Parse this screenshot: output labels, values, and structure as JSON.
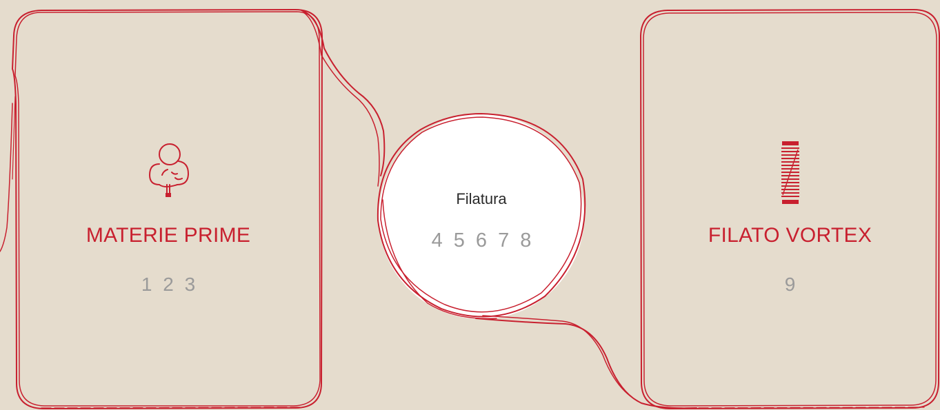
{
  "colors": {
    "background": "#e5dccd",
    "thread": "#c8202f",
    "hub_fill": "#ffffff",
    "step_numbers": "#9a9a9a"
  },
  "stages": {
    "raw_materials": {
      "title": "MATERIE PRIME",
      "steps": "1 2 3",
      "icon": "cotton-plant-icon"
    },
    "spinning": {
      "title": "Filatura",
      "steps": "4 5 6 7 8"
    },
    "yarn": {
      "title": "FILATO VORTEX",
      "steps": "9",
      "icon": "thread-spool-icon"
    }
  }
}
